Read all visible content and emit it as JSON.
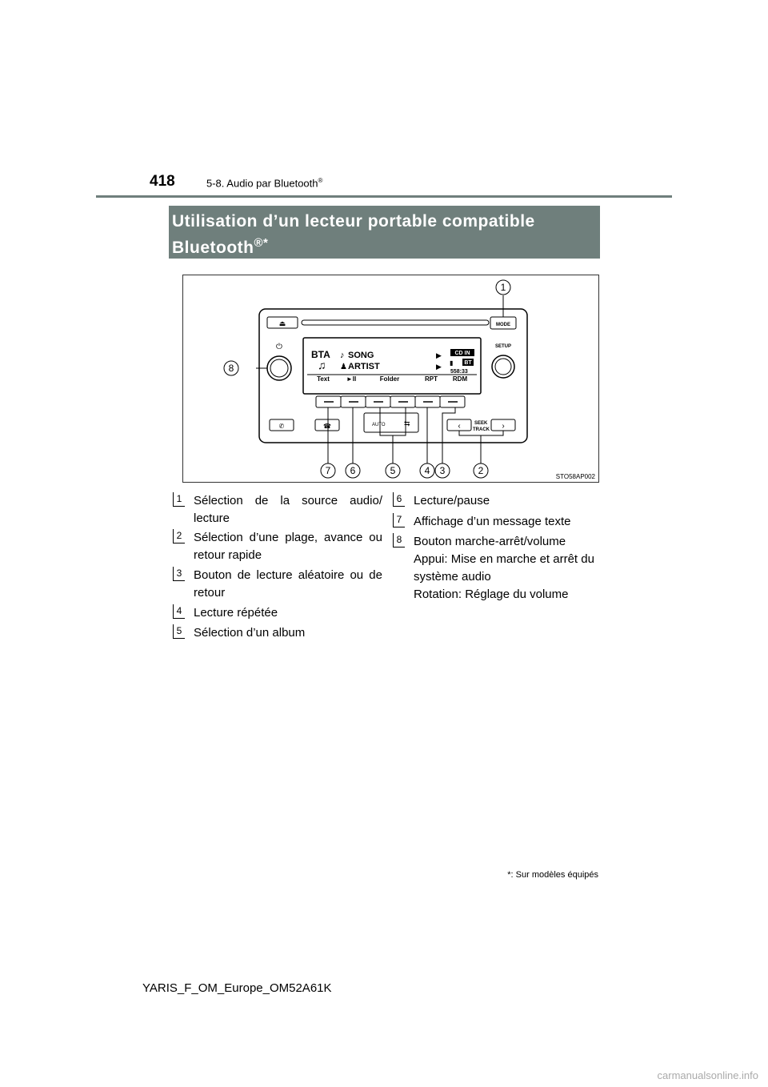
{
  "header": {
    "page_number": "418",
    "section": "5-8. Audio par Bluetooth",
    "section_mark": "®"
  },
  "banner": {
    "line1": "Utilisation d’un lecteur portable compatible",
    "line2": "Bluetooth",
    "mark": "®",
    "asterisk": "*"
  },
  "figure": {
    "code": "STO58AP002",
    "display": {
      "source": "BTA",
      "song": "SONG",
      "artist": "ARTIST",
      "cd_in": "CD IN",
      "bt": "BT",
      "time": "558:33",
      "buttons": [
        "Text",
        "►II",
        "Folder",
        "RPT",
        "RDM"
      ]
    },
    "labels": {
      "mode": "MODE",
      "setup": "SETUP",
      "seek1": "SEEK",
      "seek2": "TRACK",
      "auto": "AUTO"
    },
    "callouts": [
      "1",
      "2",
      "3",
      "4",
      "5",
      "6",
      "7",
      "8"
    ]
  },
  "legend": {
    "left": [
      {
        "num": "1",
        "line1": "Sélection de la source audio/",
        "line2": "lecture"
      },
      {
        "num": "2",
        "line1": "Sélection d’une plage, avance ou",
        "line2": "retour rapide"
      },
      {
        "num": "3",
        "line1": "Bouton de lecture aléatoire ou de",
        "line2": "retour"
      },
      {
        "num": "4",
        "line1": "Lecture répétée"
      },
      {
        "num": "5",
        "line1": "Sélection d’un album"
      }
    ],
    "right": [
      {
        "num": "6",
        "line1": "Lecture/pause"
      },
      {
        "num": "7",
        "line1": "Affichage d’un message texte"
      },
      {
        "num": "8",
        "line1": "Bouton marche-arrêt/volume",
        "line2": "Appui: Mise en marche et arrêt du",
        "line3": "système audio",
        "line4": "Rotation: Réglage du volume"
      }
    ]
  },
  "footnote": {
    "star": "*",
    "text": ": Sur modèles équipés"
  },
  "footer": {
    "doc_id": "YARIS_F_OM_Europe_OM52A61K"
  },
  "watermark": {
    "text": "carmanualsonline.info"
  }
}
